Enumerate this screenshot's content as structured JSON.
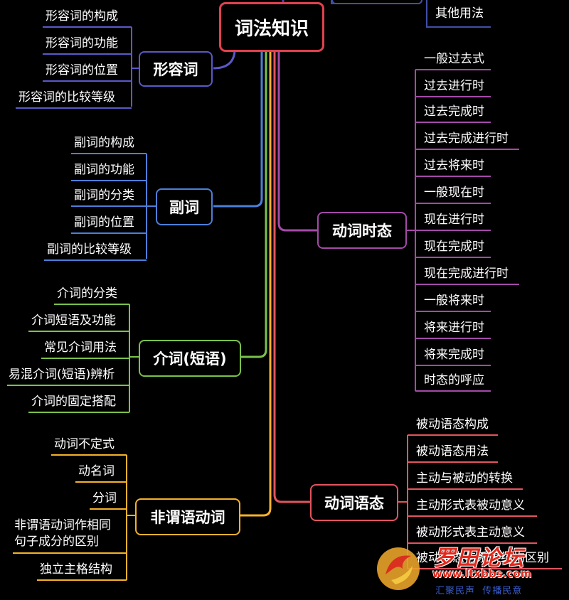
{
  "root": {
    "label": "词法知识"
  },
  "top_fragment": {
    "label": "其他用法"
  },
  "branches": [
    {
      "label": "形容词",
      "color": "#5b58c8",
      "items": [
        "形容词的构成",
        "形容词的功能",
        "形容词的位置",
        "形容词的比较等级"
      ]
    },
    {
      "label": "副词",
      "color": "#4d7fd9",
      "items": [
        "副词的构成",
        "副词的功能",
        "副词的分类",
        "副词的位置",
        "副词的比较等级"
      ]
    },
    {
      "label": "介词(短语)",
      "color": "#79c24a",
      "items": [
        "介词的分类",
        "介词短语及功能",
        "常见介词用法",
        "易混介词(短语)辨析",
        "介词的固定搭配"
      ]
    },
    {
      "label": "非谓语动词",
      "color": "#f4b22a",
      "items": [
        "动词不定式",
        "动名词",
        "分词",
        "非谓语动词作相同句子成分的区别",
        "独立主格结构"
      ]
    },
    {
      "label": "动词时态",
      "color": "#a44aa8",
      "items": [
        "一般过去式",
        "过去进行时",
        "过去完成时",
        "过去完成进行时",
        "过去将来时",
        "一般现在时",
        "现在进行时",
        "现在完成时",
        "现在完成进行时",
        "一般将来时",
        "将来进行时",
        "将来完成时",
        "时态的呼应"
      ]
    },
    {
      "label": "动词语态",
      "color": "#e3545f",
      "items": [
        "被动语态构成",
        "被动语态用法",
        "主动与被动的转换",
        "主动形式表被动意义",
        "被动形式表主动意义",
        "被动语态与系表结构区别"
      ]
    }
  ],
  "watermark": {
    "title": "罗田论坛",
    "url": "www.ltxbbs.com",
    "slogan": "汇聚民声  传播民意"
  },
  "colors": {
    "root_border": "#e0414f",
    "background": "#000000"
  }
}
